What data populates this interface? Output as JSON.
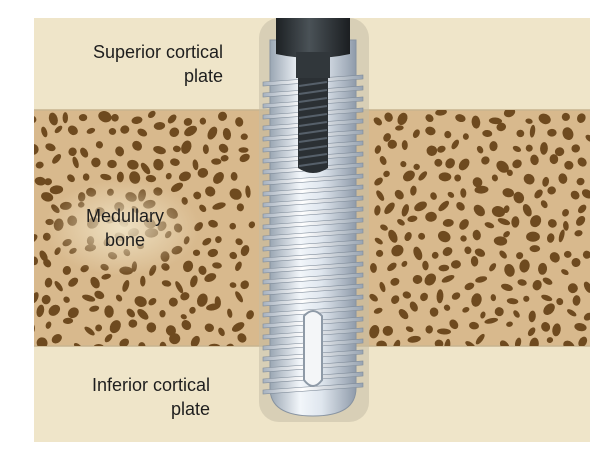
{
  "labels": {
    "superior": [
      "Superior cortical",
      "plate"
    ],
    "medullary": [
      "Medullary",
      "bone"
    ],
    "inferior": [
      "Inferior cortical",
      "plate"
    ]
  },
  "colors": {
    "cortical": "#efe5c9",
    "medullary": "#d8b98d",
    "pore": "#6e4a1f",
    "implant_light": "#e8eef4",
    "implant_shade": "#9aa6b3",
    "abutment": "#2f3438",
    "label_text": "#1e1e1e"
  }
}
